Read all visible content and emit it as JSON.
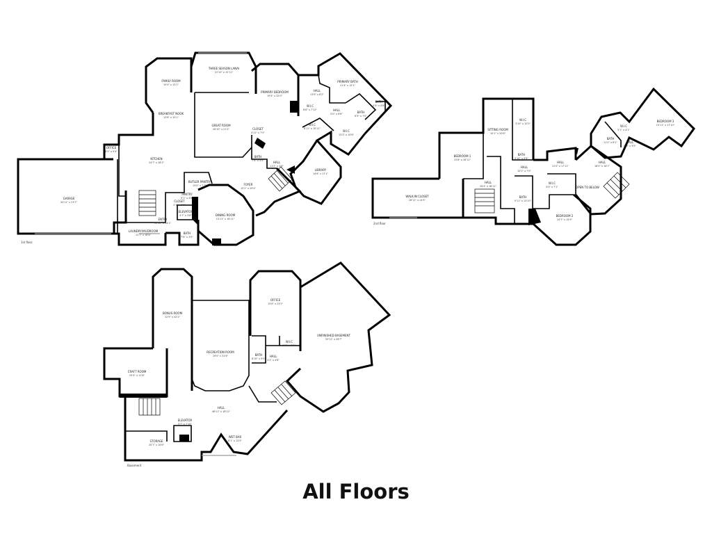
{
  "title": "All Floors",
  "floors": {
    "first": {
      "name": "1st floor",
      "rooms": [
        {
          "label": "THREE SEASON LANAI",
          "dim": "22'10\" x 12'11\""
        },
        {
          "label": "FAMILY ROOM",
          "dim": "15'0\" x 15'7\""
        },
        {
          "label": "PRIMARY BEDROOM",
          "dim": "19'4\" x 32'0\""
        },
        {
          "label": "PRIMARY BATH",
          "dim": "11'4\" x 15'1\""
        },
        {
          "label": "HALL",
          "dim": "13'9\" x 8'2\""
        },
        {
          "label": "W.I.C",
          "dim": "8'8\" x 7'11\""
        },
        {
          "label": "HALL",
          "dim": "5'0\" x 6'6\""
        },
        {
          "label": "BATH",
          "dim": "6'5\" x 7'0\""
        },
        {
          "label": "BATH",
          "dim": "4'4\" x 4'6\""
        },
        {
          "label": "BREAKFAST NOOK",
          "dim": "13'6\" x 10'1\""
        },
        {
          "label": "GREAT ROOM",
          "dim": "18'10\" x 21'2\""
        },
        {
          "label": "CLOSET",
          "dim": "4'11\" x 7'5\""
        },
        {
          "label": "W.I.C",
          "dim": "8'11\" x 10'11\""
        },
        {
          "label": "W.I.C",
          "dim": "13'3\" x 10'8\""
        },
        {
          "label": "OFFICE",
          "dim": "6'0\" x 9'4\""
        },
        {
          "label": "KITCHEN",
          "dim": "24'7\" x 18'3\""
        },
        {
          "label": "BATH",
          "dim": "7'4\" x 5'0\""
        },
        {
          "label": "HALL",
          "dim": "11'2\" x 4'6\""
        },
        {
          "label": "LIBRARY",
          "dim": "14'6\" x 17'1\""
        },
        {
          "label": "GARAGE",
          "dim": "34'11\" x 23'7\""
        },
        {
          "label": "BUTLER PANTRY",
          "dim": "15'0\" x 7'3\""
        },
        {
          "label": "FOYER",
          "dim": "15'2\" x 29'4\""
        },
        {
          "label": "PANTRY",
          "dim": "5'1\" x 4'6\""
        },
        {
          "label": "CLOSET",
          "dim": "2'1\" x 2'1\""
        },
        {
          "label": "DINING ROOM",
          "dim": "15'11\" x 16'11\""
        },
        {
          "label": "ELEVATOR",
          "dim": "4'7\" x 3'6\""
        },
        {
          "label": "ENTRY",
          "dim": "11'10\" x 14'1\""
        },
        {
          "label": "LAUNDRY/MUDROOM",
          "dim": "12'7\" x 16'4\""
        },
        {
          "label": "BATH",
          "dim": "7'6\" x 3'0\""
        }
      ]
    },
    "second": {
      "name": "2nd floor",
      "rooms": [
        {
          "label": "SITTING ROOM",
          "dim": "10'1\" x 20'6\""
        },
        {
          "label": "W.I.C",
          "dim": "3'10\" x 10'5\""
        },
        {
          "label": "BATH",
          "dim": "5'10\" x 9'8\""
        },
        {
          "label": "BEDROOM 1",
          "dim": "15'8\" x 16'11\""
        },
        {
          "label": "HALL",
          "dim": "10'1\" x 7'0\""
        },
        {
          "label": "HALL",
          "dim": "12'0\" x 17'11\""
        },
        {
          "label": "HALL",
          "dim": "18'0\" x 16'7\""
        },
        {
          "label": "BEDROOM 3",
          "dim": "15'11\" x 17'10\""
        },
        {
          "label": "W.I.C",
          "dim": "5'1\" x 4'1\""
        },
        {
          "label": "BATH",
          "dim": "11'2\" x 6'2\""
        },
        {
          "label": "HALL",
          "dim": "6'8\" x 3'5\""
        },
        {
          "label": "OPEN TO BELOW",
          "dim": ""
        },
        {
          "label": "HALL",
          "dim": "16'4\" x 18'11\""
        },
        {
          "label": "W.I.C",
          "dim": "4'0\" x 7'1\""
        },
        {
          "label": "WALK-IN CLOSET",
          "dim": "28'11\" x 14'5\""
        },
        {
          "label": "BATH",
          "dim": "9'11\" x 13'10\""
        },
        {
          "label": "BEDROOM 2",
          "dim": "24'7\" x 15'9\""
        }
      ]
    },
    "basement": {
      "name": "Basement",
      "rooms": [
        {
          "label": "BONUS ROOM",
          "dim": "12'9\" x 42'2\""
        },
        {
          "label": "OFFICE",
          "dim": "15'6\" x 23'5\""
        },
        {
          "label": "UNFINISHED BASEMENT",
          "dim": "33'11\" x 36'7\""
        },
        {
          "label": "RECREATION ROOM",
          "dim": "19'0\" x 31'6\""
        },
        {
          "label": "W.I.C",
          "dim": "5'8\" x 6'0\""
        },
        {
          "label": "BATH",
          "dim": "8'10\" x 9'0\""
        },
        {
          "label": "HALL",
          "dim": "4'2\" x 4'8\""
        },
        {
          "label": "CRAFT ROOM",
          "dim": "20'4\" x 11'8\""
        },
        {
          "label": "HALL",
          "dim": "46'11\" x 18'11\""
        },
        {
          "label": "ELEVATOR",
          "dim": "3'7\" x 7'10\""
        },
        {
          "label": "STORAGE",
          "dim": "20'7\" x 10'6\""
        },
        {
          "label": "WET BAR",
          "dim": "8'1\" x 13'5\""
        }
      ]
    }
  }
}
